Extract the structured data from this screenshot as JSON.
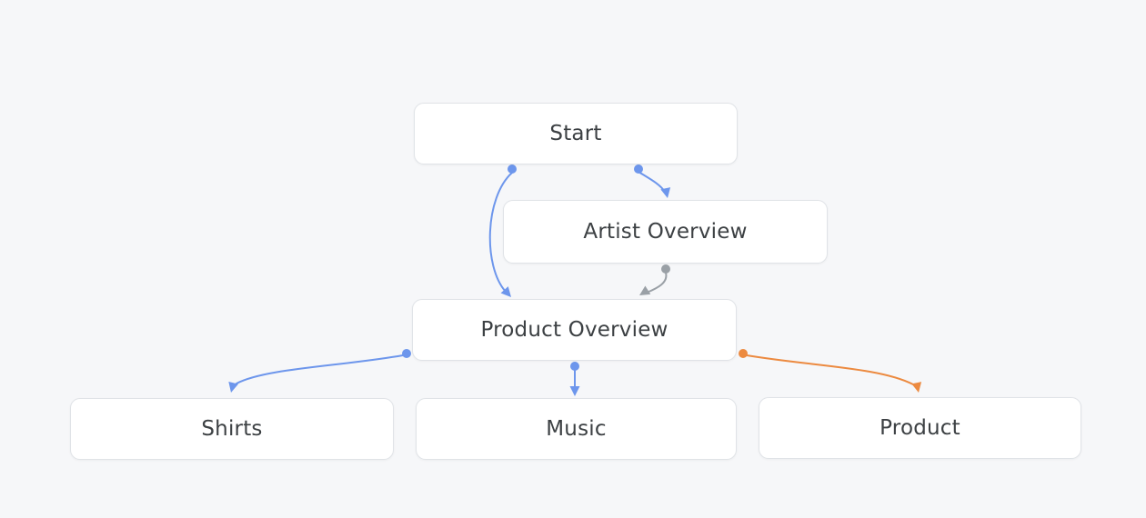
{
  "canvas": {
    "background": "#f6f7f9"
  },
  "colors": {
    "blue": "#6d96ec",
    "gray": "#9aa0a6",
    "orange": "#ec8a40",
    "node_background": "#ffffff",
    "node_border": "#e0e3e7",
    "node_text": "#3c4043"
  },
  "nodes": [
    {
      "id": "start",
      "label": "Start"
    },
    {
      "id": "artist-overview",
      "label": "Artist Overview"
    },
    {
      "id": "product-overview",
      "label": "Product Overview"
    },
    {
      "id": "shirts",
      "label": "Shirts"
    },
    {
      "id": "music",
      "label": "Music"
    },
    {
      "id": "product",
      "label": "Product"
    }
  ],
  "edges": [
    {
      "from": "Start",
      "to": "Product Overview",
      "color": "blue"
    },
    {
      "from": "Start",
      "to": "Artist Overview",
      "color": "blue"
    },
    {
      "from": "Artist Overview",
      "to": "Product Overview",
      "color": "gray"
    },
    {
      "from": "Product Overview",
      "to": "Shirts",
      "color": "blue"
    },
    {
      "from": "Product Overview",
      "to": "Music",
      "color": "blue"
    },
    {
      "from": "Product Overview",
      "to": "Product",
      "color": "orange"
    }
  ]
}
